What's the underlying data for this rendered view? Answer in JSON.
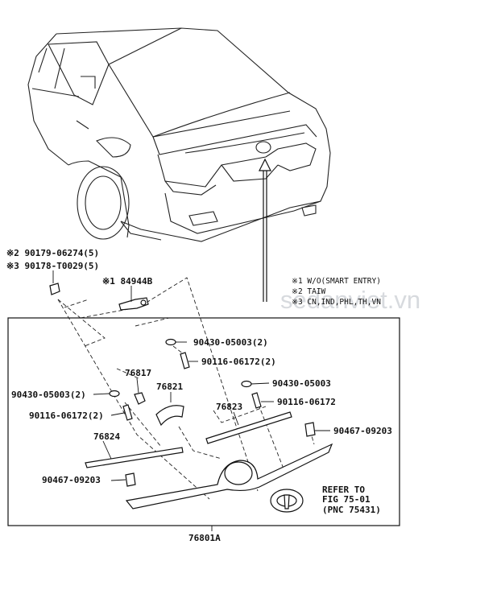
{
  "notes": {
    "n1": "※1 W/O(SMART ENTRY)",
    "n2": "※2 TAIW",
    "n3": "※3 CN,IND,PHL,TH,VN"
  },
  "callouts": {
    "c_90179": "※2 90179-06274(5)",
    "c_90178": "※3 90178-T0029(5)",
    "c_184944b": "※1 84944B",
    "c_90430_a": "90430-05003(2)",
    "c_90116_a": "90116-06172(2)",
    "c_76817": "76817",
    "c_76821": "76821",
    "c_90430_b": "90430-05003",
    "c_90430_c": "90430-05003(2)",
    "c_90116_b": "90116-06172",
    "c_90116_c": "90116-06172(2)",
    "c_76823": "76823",
    "c_90467_a": "90467-09203",
    "c_76824": "76824",
    "c_90467_b": "90467-09203",
    "c_76801a": "76801A"
  },
  "refer": {
    "line1": "REFER TO",
    "line2": "FIG 75-01",
    "line3": "(PNC 75431)"
  },
  "watermark": "sedanviet.vn",
  "colors": {
    "line": "#111111",
    "watermark": "#b8bcc4"
  }
}
